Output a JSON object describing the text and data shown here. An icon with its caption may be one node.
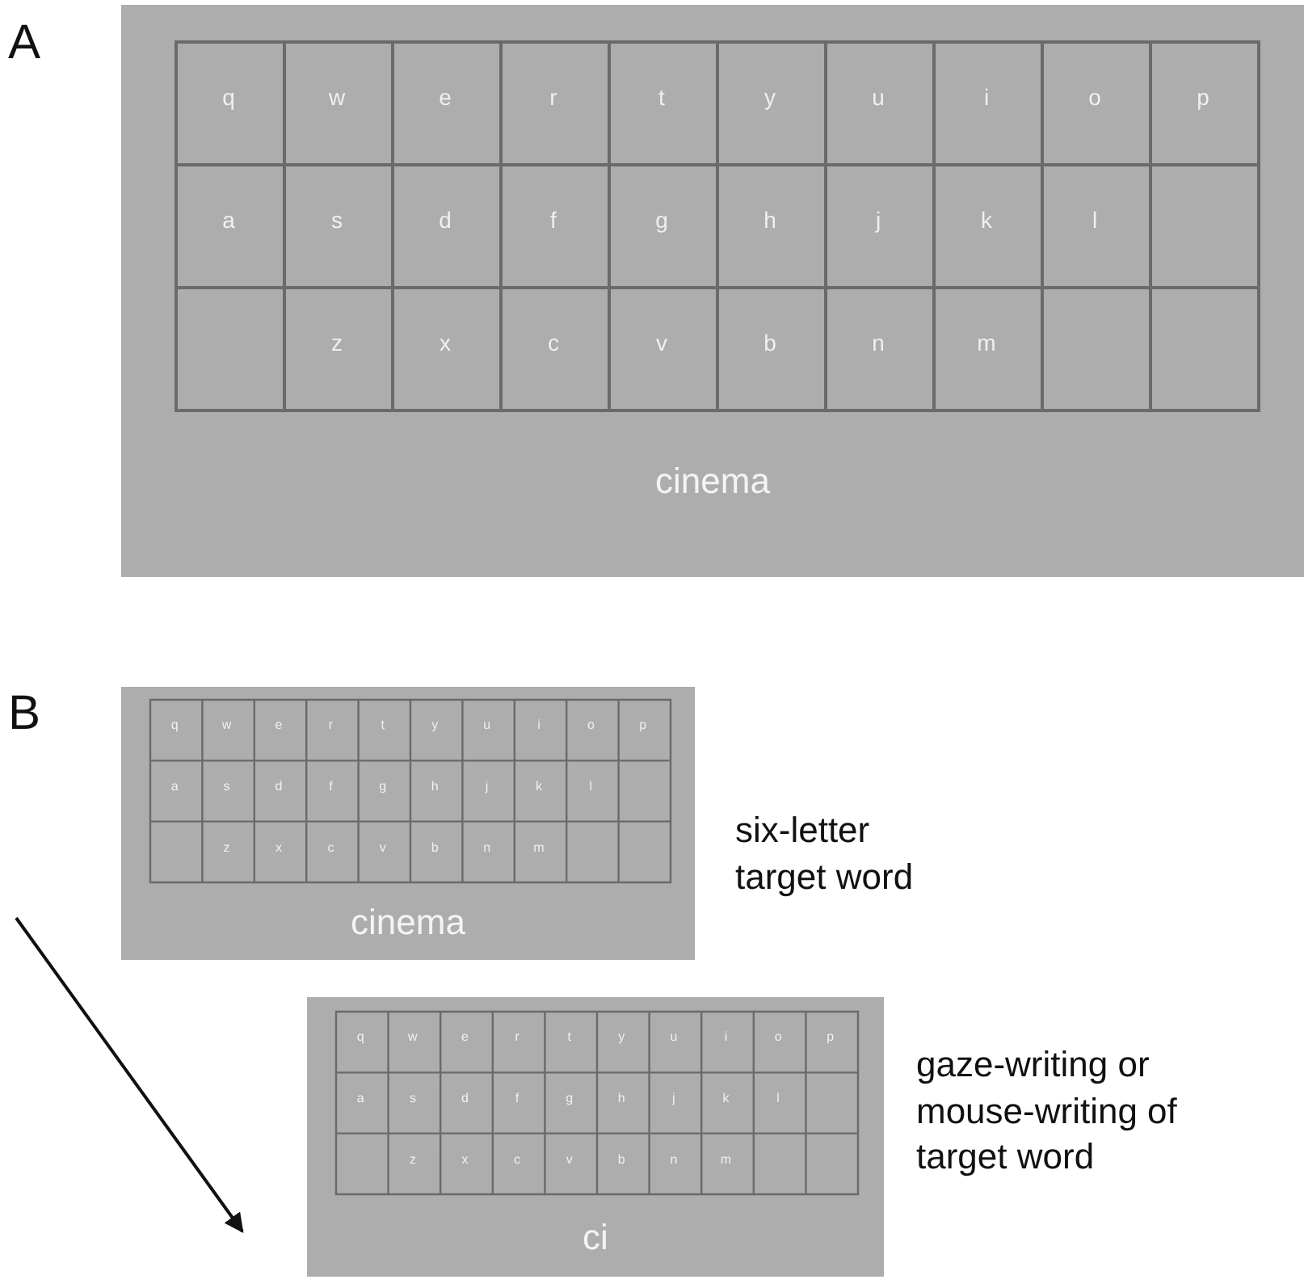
{
  "diagram": {
    "nodes": [
      {
        "text": [
          "cinema"
        ]
      },
      {
        "text": [
          "cinema"
        ],
        "beside": [
          "six-letter target word"
        ]
      },
      {
        "text": [
          "ci"
        ],
        "beside": [
          "gaze-writing or mouse-writing of target word"
        ]
      }
    ],
    "labels": [
      "A",
      "q",
      "w",
      "e",
      "r",
      "t",
      "y",
      "u",
      "i",
      "o",
      "p",
      "a",
      "s",
      "d",
      "f",
      "g",
      "h",
      "j",
      "k",
      "l",
      "z",
      "x",
      "c",
      "v",
      "b",
      "n",
      "m",
      "B",
      "q",
      "w",
      "e",
      "r",
      "t",
      "y",
      "u",
      "i",
      "o",
      "p",
      "a",
      "s",
      "d",
      "f",
      "g",
      "h",
      "j",
      "k",
      "l",
      "z",
      "x",
      "c",
      "v",
      "b",
      "n",
      "m",
      "q",
      "w",
      "e",
      "r",
      "t",
      "y",
      "u",
      "i",
      "o",
      "p",
      "a",
      "s",
      "d",
      "f",
      "g",
      "h",
      "j",
      "k",
      "l",
      "z",
      "x",
      "c",
      "v",
      "b",
      "n",
      "m"
    ]
  }
}
